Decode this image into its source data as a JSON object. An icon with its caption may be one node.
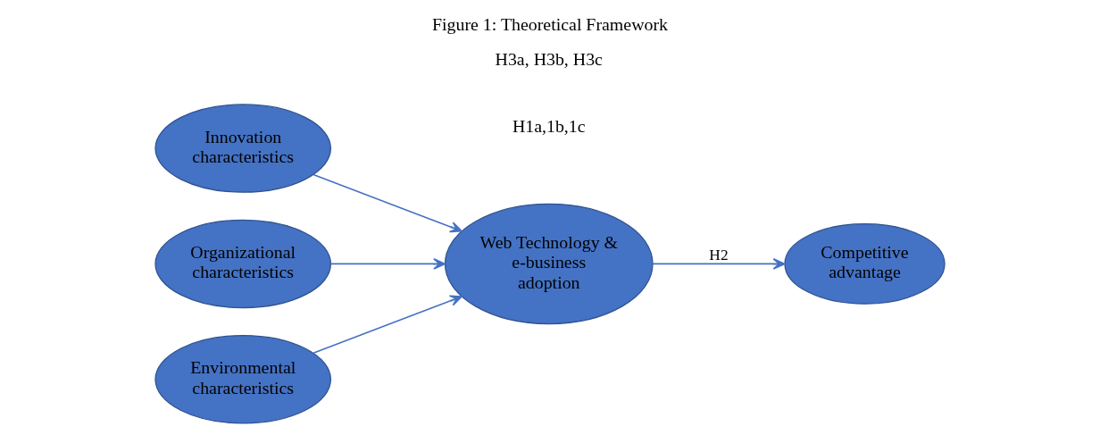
{
  "diagram": {
    "title": "Figure 1: Theoretical Framework",
    "nodes": [
      {
        "text": [
          "Innovation characteristics"
        ]
      },
      {
        "text": [
          "Organizational characteristics"
        ]
      },
      {
        "text": [
          "Environmental characteristics"
        ]
      },
      {
        "text": [
          "Web Technology & e-business adoption"
        ]
      },
      {
        "text": [
          "Competitive advantage"
        ]
      }
    ],
    "edges": [
      {
        "from": 0,
        "to": 3,
        "arrow": "to"
      },
      {
        "from": 1,
        "to": 3,
        "arrow": "to"
      },
      {
        "from": 2,
        "to": 3,
        "arrow": "to"
      },
      {
        "from": 3,
        "to": 4,
        "arrow": "to",
        "label": "H2"
      }
    ],
    "labels": [
      "H3a, H3b, H3c",
      "H1a,1b,1c"
    ]
  }
}
